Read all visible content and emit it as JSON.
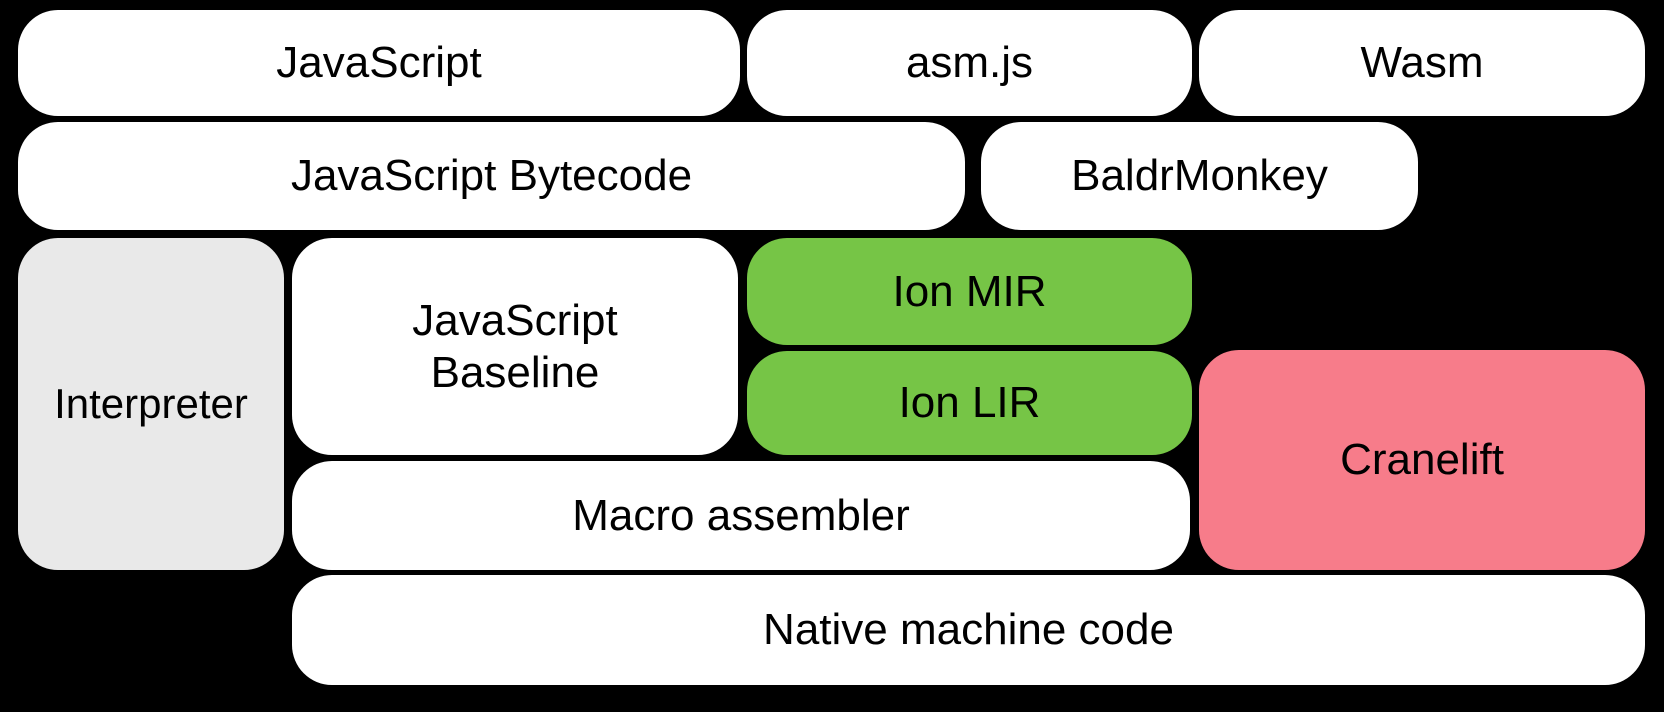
{
  "diagram": {
    "background": "#000000",
    "colors": {
      "box_default": "#ffffff",
      "interpreter_fill": "#e9e9e9",
      "ion_green": "#76c546",
      "cranelift_pink": "#f77c8a",
      "text": "#000000"
    },
    "nodes": {
      "javascript": {
        "label": "JavaScript",
        "fill": "#ffffff"
      },
      "asmjs": {
        "label": "asm.js",
        "fill": "#ffffff"
      },
      "wasm": {
        "label": "Wasm",
        "fill": "#ffffff"
      },
      "bytecode": {
        "label": "JavaScript Bytecode",
        "fill": "#ffffff"
      },
      "baldrmonkey": {
        "label": "BaldrMonkey",
        "fill": "#ffffff"
      },
      "interpreter": {
        "label": "Interpreter",
        "fill": "#e9e9e9"
      },
      "baseline": {
        "label": "JavaScript Baseline",
        "fill": "#ffffff"
      },
      "ion_mir": {
        "label": "Ion MIR",
        "fill": "#76c546"
      },
      "ion_lir": {
        "label": "Ion LIR",
        "fill": "#76c546"
      },
      "cranelift": {
        "label": "Cranelift",
        "fill": "#f77c8a"
      },
      "macro_assembler": {
        "label": "Macro assembler",
        "fill": "#ffffff"
      },
      "native_code": {
        "label": "Native machine code",
        "fill": "#ffffff"
      }
    }
  }
}
